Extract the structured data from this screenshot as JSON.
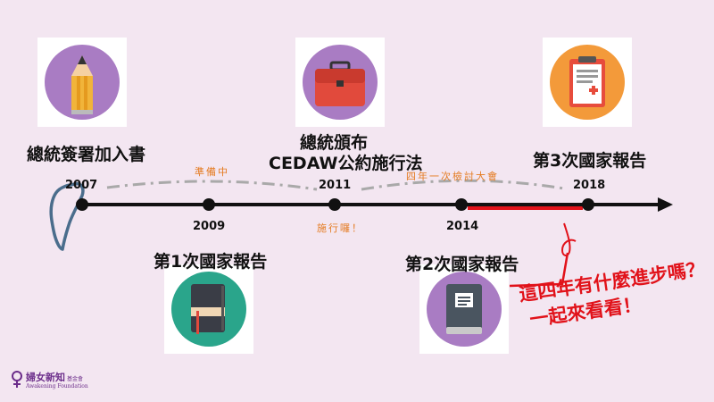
{
  "events": [
    {
      "id": "sign",
      "title": "總統簽署加入書",
      "year": "2007",
      "icon": "pencil-icon"
    },
    {
      "id": "report1",
      "title": "第1次國家報告",
      "year": "2009",
      "icon": "notebook-icon"
    },
    {
      "id": "promulgate",
      "title_line1": "總統頒布",
      "title_line2": "CEDAW公約施行法",
      "year": "2011",
      "icon": "briefcase-icon"
    },
    {
      "id": "report2",
      "title": "第2次國家報告",
      "year": "2014",
      "icon": "book-icon"
    },
    {
      "id": "report3",
      "title": "第3次國家報告",
      "year": "2018",
      "icon": "medical-clipboard-icon"
    }
  ],
  "annotations": {
    "preparing": "準備中",
    "in_force": "施行囉！",
    "review": "四年一次檢討大會",
    "question_line1": "這四年有什麼進步嗎？",
    "question_line2": "一起來看看！"
  },
  "colors": {
    "background": "#f3e6f1",
    "timeline": "#111111",
    "highlight": "#e1121a",
    "annotation": "#e47a1f",
    "dashed": "#a9a9a9"
  },
  "logo": {
    "name": "婦女新知",
    "suffix": "基金會",
    "english": "Awakening Foundation"
  }
}
